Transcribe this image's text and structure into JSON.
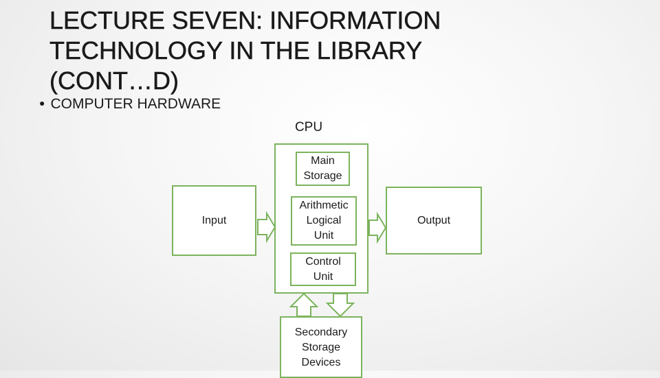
{
  "slide": {
    "title_lines": [
      "LECTURE SEVEN: INFORMATION",
      "TECHNOLOGY IN THE LIBRARY",
      "(CONT…D)"
    ],
    "bullet": "COMPUTER HARDWARE"
  },
  "diagram": {
    "cpu_label": "CPU",
    "input": "Input",
    "output": "Output",
    "main_storage": [
      "Main",
      "Storage"
    ],
    "alu": [
      "Arithmetic",
      "Logical",
      "Unit"
    ],
    "control_unit": [
      "Control",
      "Unit"
    ],
    "secondary_storage": [
      "Secondary",
      "Storage",
      "Devices"
    ]
  },
  "colors": {
    "accent": "#7bb35c",
    "text": "#1a1a1a",
    "box_fill": "#ffffff"
  }
}
